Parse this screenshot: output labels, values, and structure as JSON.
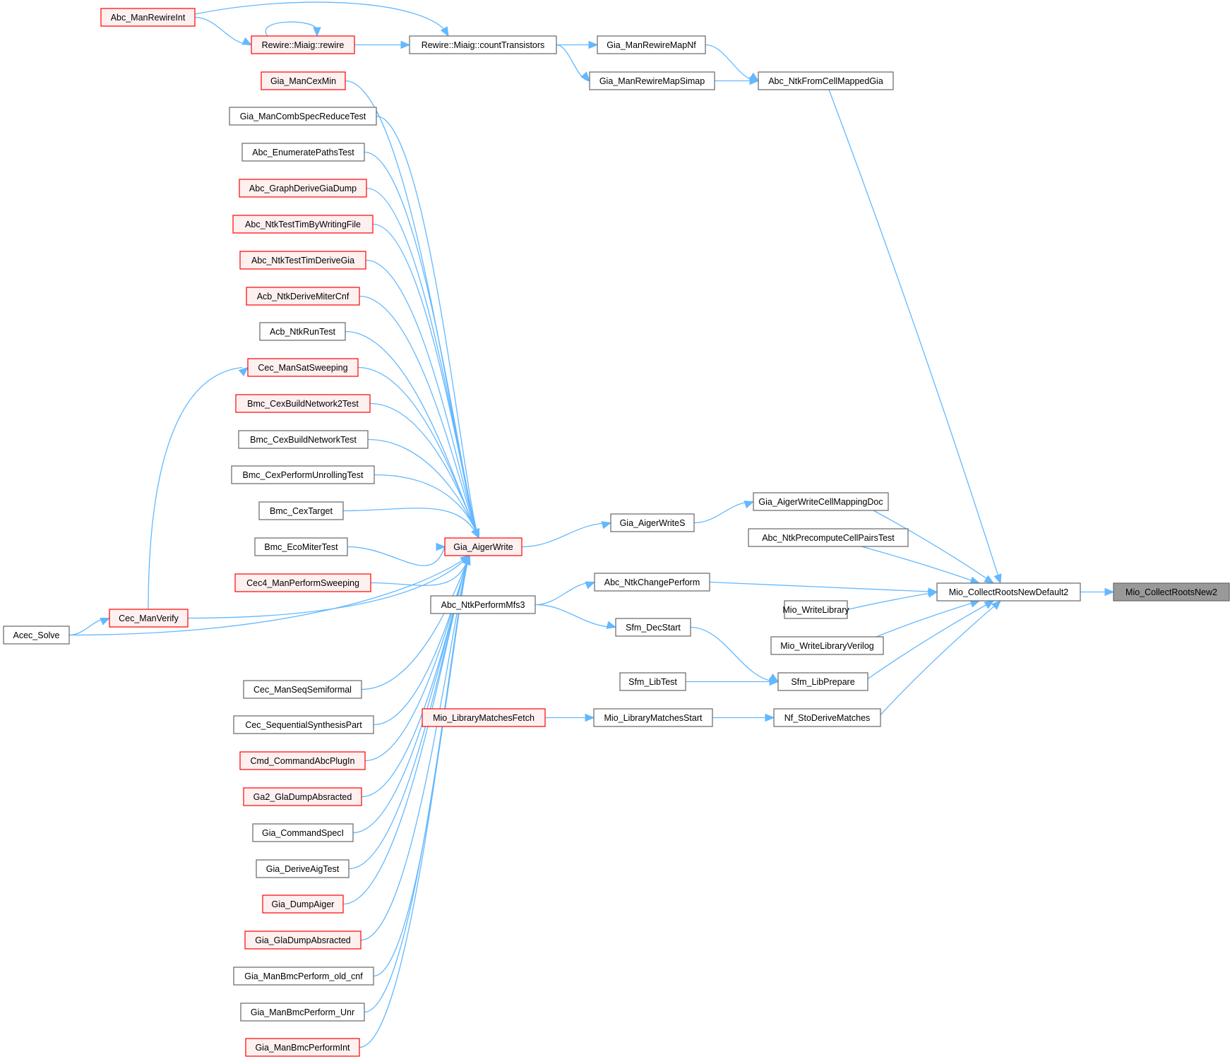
{
  "diagram": {
    "type": "doxygen-caller-graph",
    "root": "Mio_CollectRootsNew2",
    "colors": {
      "edge": "#63b8ff",
      "node_border_normal": "#666666",
      "node_fill_normal": "#ffffff",
      "node_border_truncated": "#ff0000",
      "node_fill_truncated": "#fff0f0",
      "node_fill_root": "#999999"
    },
    "nodes": [
      {
        "id": "n_root",
        "label": "Mio_CollectRootsNew2",
        "style": "root"
      },
      {
        "id": "n_def2",
        "label": "Mio_CollectRootsNewDefault2",
        "style": "normal"
      },
      {
        "id": "n_ntkfromcell",
        "label": "Abc_NtkFromCellMappedGia",
        "style": "normal"
      },
      {
        "id": "n_mapnf",
        "label": "Gia_ManRewireMapNf",
        "style": "normal"
      },
      {
        "id": "n_mapsimap",
        "label": "Gia_ManRewireMapSimap",
        "style": "normal"
      },
      {
        "id": "n_counttr",
        "label": "Rewire::Miaig::countTransistors",
        "style": "normal"
      },
      {
        "id": "n_rewire",
        "label": "Rewire::Miaig::rewire",
        "style": "truncated"
      },
      {
        "id": "n_rewireint",
        "label": "Abc_ManRewireInt",
        "style": "truncated"
      },
      {
        "id": "n_cellmapdoc",
        "label": "Gia_AigerWriteCellMappingDoc",
        "style": "normal"
      },
      {
        "id": "n_precompute",
        "label": "Abc_NtkPrecomputeCellPairsTest",
        "style": "normal"
      },
      {
        "id": "n_changeperf",
        "label": "Abc_NtkChangePerform",
        "style": "normal"
      },
      {
        "id": "n_writelib",
        "label": "Mio_WriteLibrary",
        "style": "normal"
      },
      {
        "id": "n_writelibv",
        "label": "Mio_WriteLibraryVerilog",
        "style": "normal"
      },
      {
        "id": "n_libprepare",
        "label": "Sfm_LibPrepare",
        "style": "normal"
      },
      {
        "id": "n_stoderive",
        "label": "Nf_StoDeriveMatches",
        "style": "normal"
      },
      {
        "id": "n_aigerwrites",
        "label": "Gia_AigerWriteS",
        "style": "normal"
      },
      {
        "id": "n_perfmfs3",
        "label": "Abc_NtkPerformMfs3",
        "style": "normal"
      },
      {
        "id": "n_decstart",
        "label": "Sfm_DecStart",
        "style": "normal"
      },
      {
        "id": "n_libtest",
        "label": "Sfm_LibTest",
        "style": "normal"
      },
      {
        "id": "n_libmatchstart",
        "label": "Mio_LibraryMatchesStart",
        "style": "normal"
      },
      {
        "id": "n_libmatchfetch",
        "label": "Mio_LibraryMatchesFetch",
        "style": "truncated"
      },
      {
        "id": "n_aigerwrite",
        "label": "Gia_AigerWrite",
        "style": "truncated"
      },
      {
        "id": "n_cexmin",
        "label": "Gia_ManCexMin",
        "style": "truncated"
      },
      {
        "id": "n_combspec",
        "label": "Gia_ManCombSpecReduceTest",
        "style": "normal"
      },
      {
        "id": "n_enumpaths",
        "label": "Abc_EnumeratePathsTest",
        "style": "normal"
      },
      {
        "id": "n_graphderive",
        "label": "Abc_GraphDeriveGiaDump",
        "style": "truncated"
      },
      {
        "id": "n_timbywrite",
        "label": "Abc_NtkTestTimByWritingFile",
        "style": "truncated"
      },
      {
        "id": "n_timderive",
        "label": "Abc_NtkTestTimDeriveGia",
        "style": "truncated"
      },
      {
        "id": "n_derivemiter",
        "label": "Acb_NtkDeriveMiterCnf",
        "style": "truncated"
      },
      {
        "id": "n_acbrun",
        "label": "Acb_NtkRunTest",
        "style": "normal"
      },
      {
        "id": "n_satsweep",
        "label": "Cec_ManSatSweeping",
        "style": "truncated"
      },
      {
        "id": "n_cexbuild2",
        "label": "Bmc_CexBuildNetwork2Test",
        "style": "truncated"
      },
      {
        "id": "n_cexbuild",
        "label": "Bmc_CexBuildNetworkTest",
        "style": "normal"
      },
      {
        "id": "n_cexunroll",
        "label": "Bmc_CexPerformUnrollingTest",
        "style": "normal"
      },
      {
        "id": "n_cextarget",
        "label": "Bmc_CexTarget",
        "style": "normal"
      },
      {
        "id": "n_ecomiter",
        "label": "Bmc_EcoMiterTest",
        "style": "normal"
      },
      {
        "id": "n_cec4sweep",
        "label": "Cec4_ManPerformSweeping",
        "style": "truncated"
      },
      {
        "id": "n_cecverify",
        "label": "Cec_ManVerify",
        "style": "truncated"
      },
      {
        "id": "n_acecsolve",
        "label": "Acec_Solve",
        "style": "normal"
      },
      {
        "id": "n_seqsemi",
        "label": "Cec_ManSeqSemiformal",
        "style": "normal"
      },
      {
        "id": "n_seqsynth",
        "label": "Cec_SequentialSynthesisPart",
        "style": "normal"
      },
      {
        "id": "n_plugin",
        "label": "Cmd_CommandAbcPlugIn",
        "style": "truncated"
      },
      {
        "id": "n_ga2dump",
        "label": "Ga2_GlaDumpAbsracted",
        "style": "truncated"
      },
      {
        "id": "n_specl",
        "label": "Gia_CommandSpecI",
        "style": "normal"
      },
      {
        "id": "n_deriveaig",
        "label": "Gia_DeriveAigTest",
        "style": "normal"
      },
      {
        "id": "n_dumpaiger",
        "label": "Gia_DumpAiger",
        "style": "truncated"
      },
      {
        "id": "n_gladump",
        "label": "Gia_GlaDumpAbsracted",
        "style": "truncated"
      },
      {
        "id": "n_bmcoldcnf",
        "label": "Gia_ManBmcPerform_old_cnf",
        "style": "normal"
      },
      {
        "id": "n_bmcunr",
        "label": "Gia_ManBmcPerform_Unr",
        "style": "normal"
      },
      {
        "id": "n_bmcint",
        "label": "Gia_ManBmcPerformInt",
        "style": "truncated"
      }
    ],
    "edges": [
      {
        "from": "n_def2",
        "to": "n_root"
      },
      {
        "from": "n_ntkfromcell",
        "to": "n_def2"
      },
      {
        "from": "n_cellmapdoc",
        "to": "n_def2"
      },
      {
        "from": "n_precompute",
        "to": "n_def2"
      },
      {
        "from": "n_changeperf",
        "to": "n_def2"
      },
      {
        "from": "n_writelib",
        "to": "n_def2"
      },
      {
        "from": "n_writelibv",
        "to": "n_def2"
      },
      {
        "from": "n_libprepare",
        "to": "n_def2"
      },
      {
        "from": "n_stoderive",
        "to": "n_def2"
      },
      {
        "from": "n_mapnf",
        "to": "n_ntkfromcell"
      },
      {
        "from": "n_mapsimap",
        "to": "n_ntkfromcell"
      },
      {
        "from": "n_counttr",
        "to": "n_mapnf"
      },
      {
        "from": "n_counttr",
        "to": "n_mapsimap"
      },
      {
        "from": "n_rewire",
        "to": "n_counttr"
      },
      {
        "from": "n_rewireint",
        "to": "n_counttr"
      },
      {
        "from": "n_rewireint",
        "to": "n_rewire"
      },
      {
        "from": "n_rewire",
        "to": "n_rewire"
      },
      {
        "from": "n_aigerwrites",
        "to": "n_cellmapdoc"
      },
      {
        "from": "n_aigerwrite",
        "to": "n_aigerwrites"
      },
      {
        "from": "n_perfmfs3",
        "to": "n_changeperf"
      },
      {
        "from": "n_perfmfs3",
        "to": "n_decstart"
      },
      {
        "from": "n_decstart",
        "to": "n_libprepare"
      },
      {
        "from": "n_libtest",
        "to": "n_libprepare"
      },
      {
        "from": "n_libmatchstart",
        "to": "n_stoderive"
      },
      {
        "from": "n_libmatchfetch",
        "to": "n_libmatchstart"
      },
      {
        "from": "n_cexmin",
        "to": "n_aigerwrite"
      },
      {
        "from": "n_combspec",
        "to": "n_aigerwrite"
      },
      {
        "from": "n_enumpaths",
        "to": "n_aigerwrite"
      },
      {
        "from": "n_graphderive",
        "to": "n_aigerwrite"
      },
      {
        "from": "n_timbywrite",
        "to": "n_aigerwrite"
      },
      {
        "from": "n_timderive",
        "to": "n_aigerwrite"
      },
      {
        "from": "n_derivemiter",
        "to": "n_aigerwrite"
      },
      {
        "from": "n_acbrun",
        "to": "n_aigerwrite"
      },
      {
        "from": "n_satsweep",
        "to": "n_aigerwrite"
      },
      {
        "from": "n_cexbuild2",
        "to": "n_aigerwrite"
      },
      {
        "from": "n_cexbuild",
        "to": "n_aigerwrite"
      },
      {
        "from": "n_cexunroll",
        "to": "n_aigerwrite"
      },
      {
        "from": "n_cextarget",
        "to": "n_aigerwrite"
      },
      {
        "from": "n_ecomiter",
        "to": "n_aigerwrite"
      },
      {
        "from": "n_cec4sweep",
        "to": "n_aigerwrite"
      },
      {
        "from": "n_cecverify",
        "to": "n_aigerwrite"
      },
      {
        "from": "n_cecverify",
        "to": "n_satsweep"
      },
      {
        "from": "n_acecsolve",
        "to": "n_cecverify"
      },
      {
        "from": "n_acecsolve",
        "to": "n_aigerwrite"
      },
      {
        "from": "n_seqsemi",
        "to": "n_aigerwrite"
      },
      {
        "from": "n_seqsynth",
        "to": "n_aigerwrite"
      },
      {
        "from": "n_plugin",
        "to": "n_aigerwrite"
      },
      {
        "from": "n_ga2dump",
        "to": "n_aigerwrite"
      },
      {
        "from": "n_specl",
        "to": "n_aigerwrite"
      },
      {
        "from": "n_deriveaig",
        "to": "n_aigerwrite"
      },
      {
        "from": "n_dumpaiger",
        "to": "n_aigerwrite"
      },
      {
        "from": "n_gladump",
        "to": "n_aigerwrite"
      },
      {
        "from": "n_bmcoldcnf",
        "to": "n_aigerwrite"
      },
      {
        "from": "n_bmcunr",
        "to": "n_aigerwrite"
      },
      {
        "from": "n_bmcint",
        "to": "n_aigerwrite"
      }
    ]
  }
}
